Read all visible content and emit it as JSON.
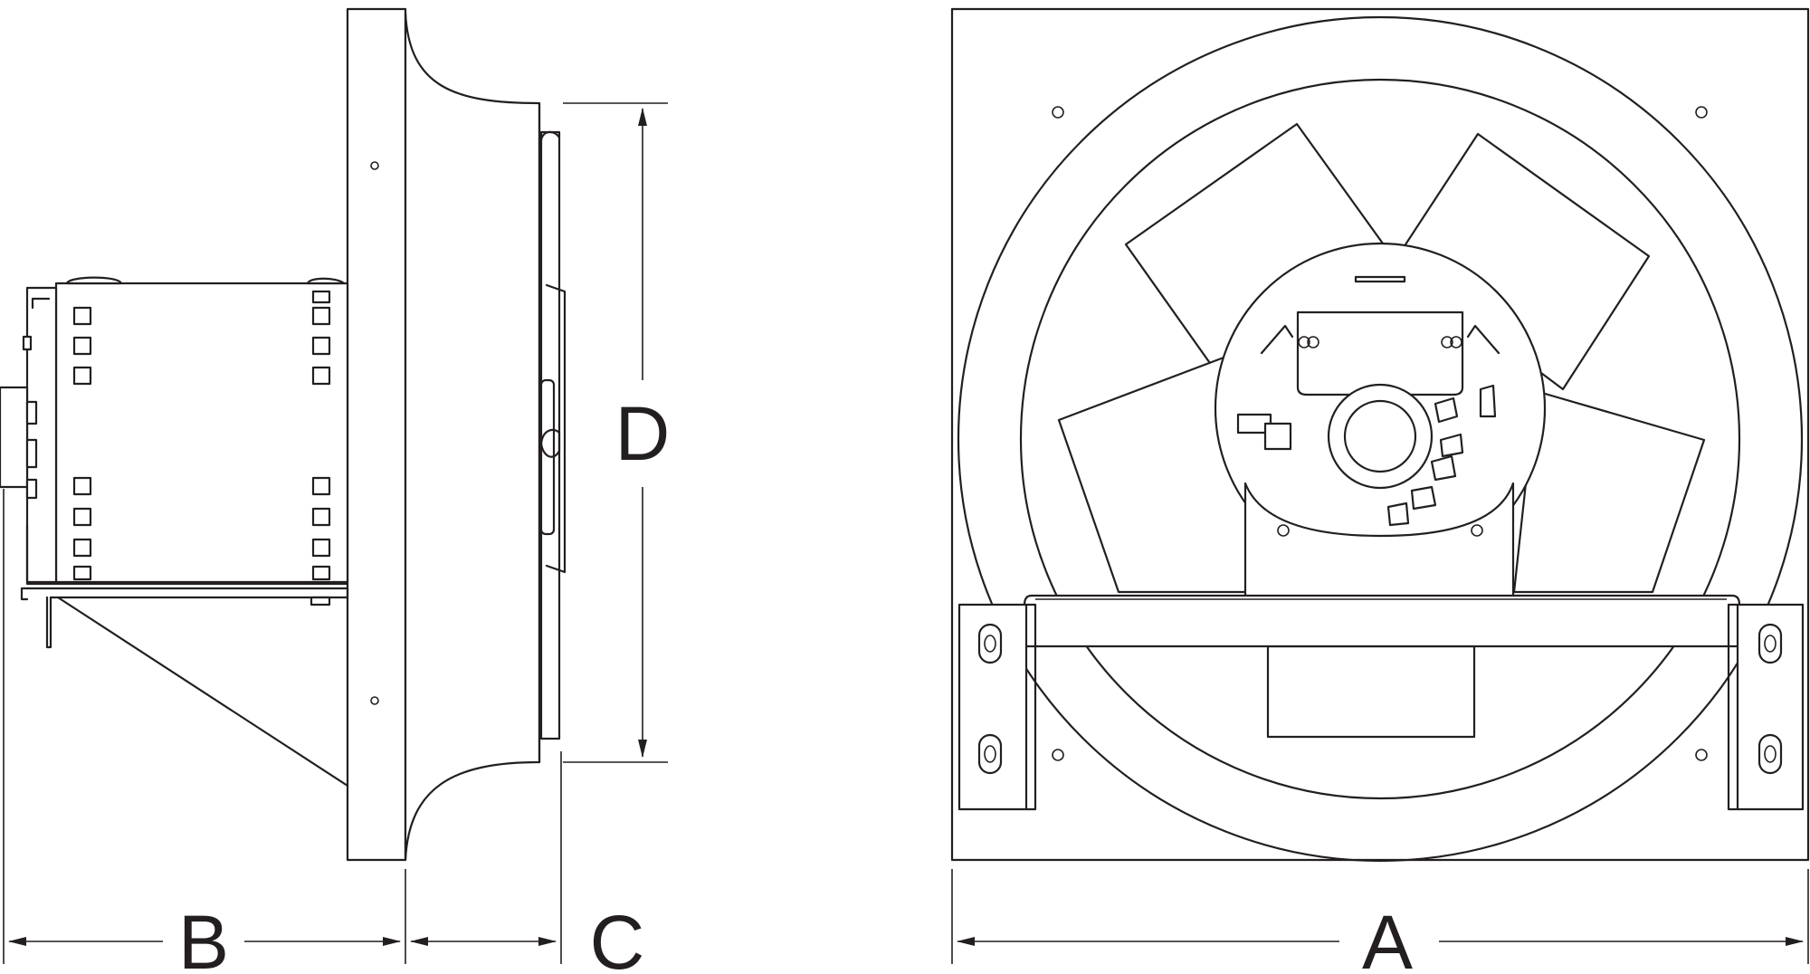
{
  "labels": {
    "A": "A",
    "B": "B",
    "C": "C",
    "D": "D"
  },
  "colors": {
    "line": "#231f20",
    "background": "#ffffff"
  },
  "views": [
    "side-view",
    "front-view"
  ]
}
